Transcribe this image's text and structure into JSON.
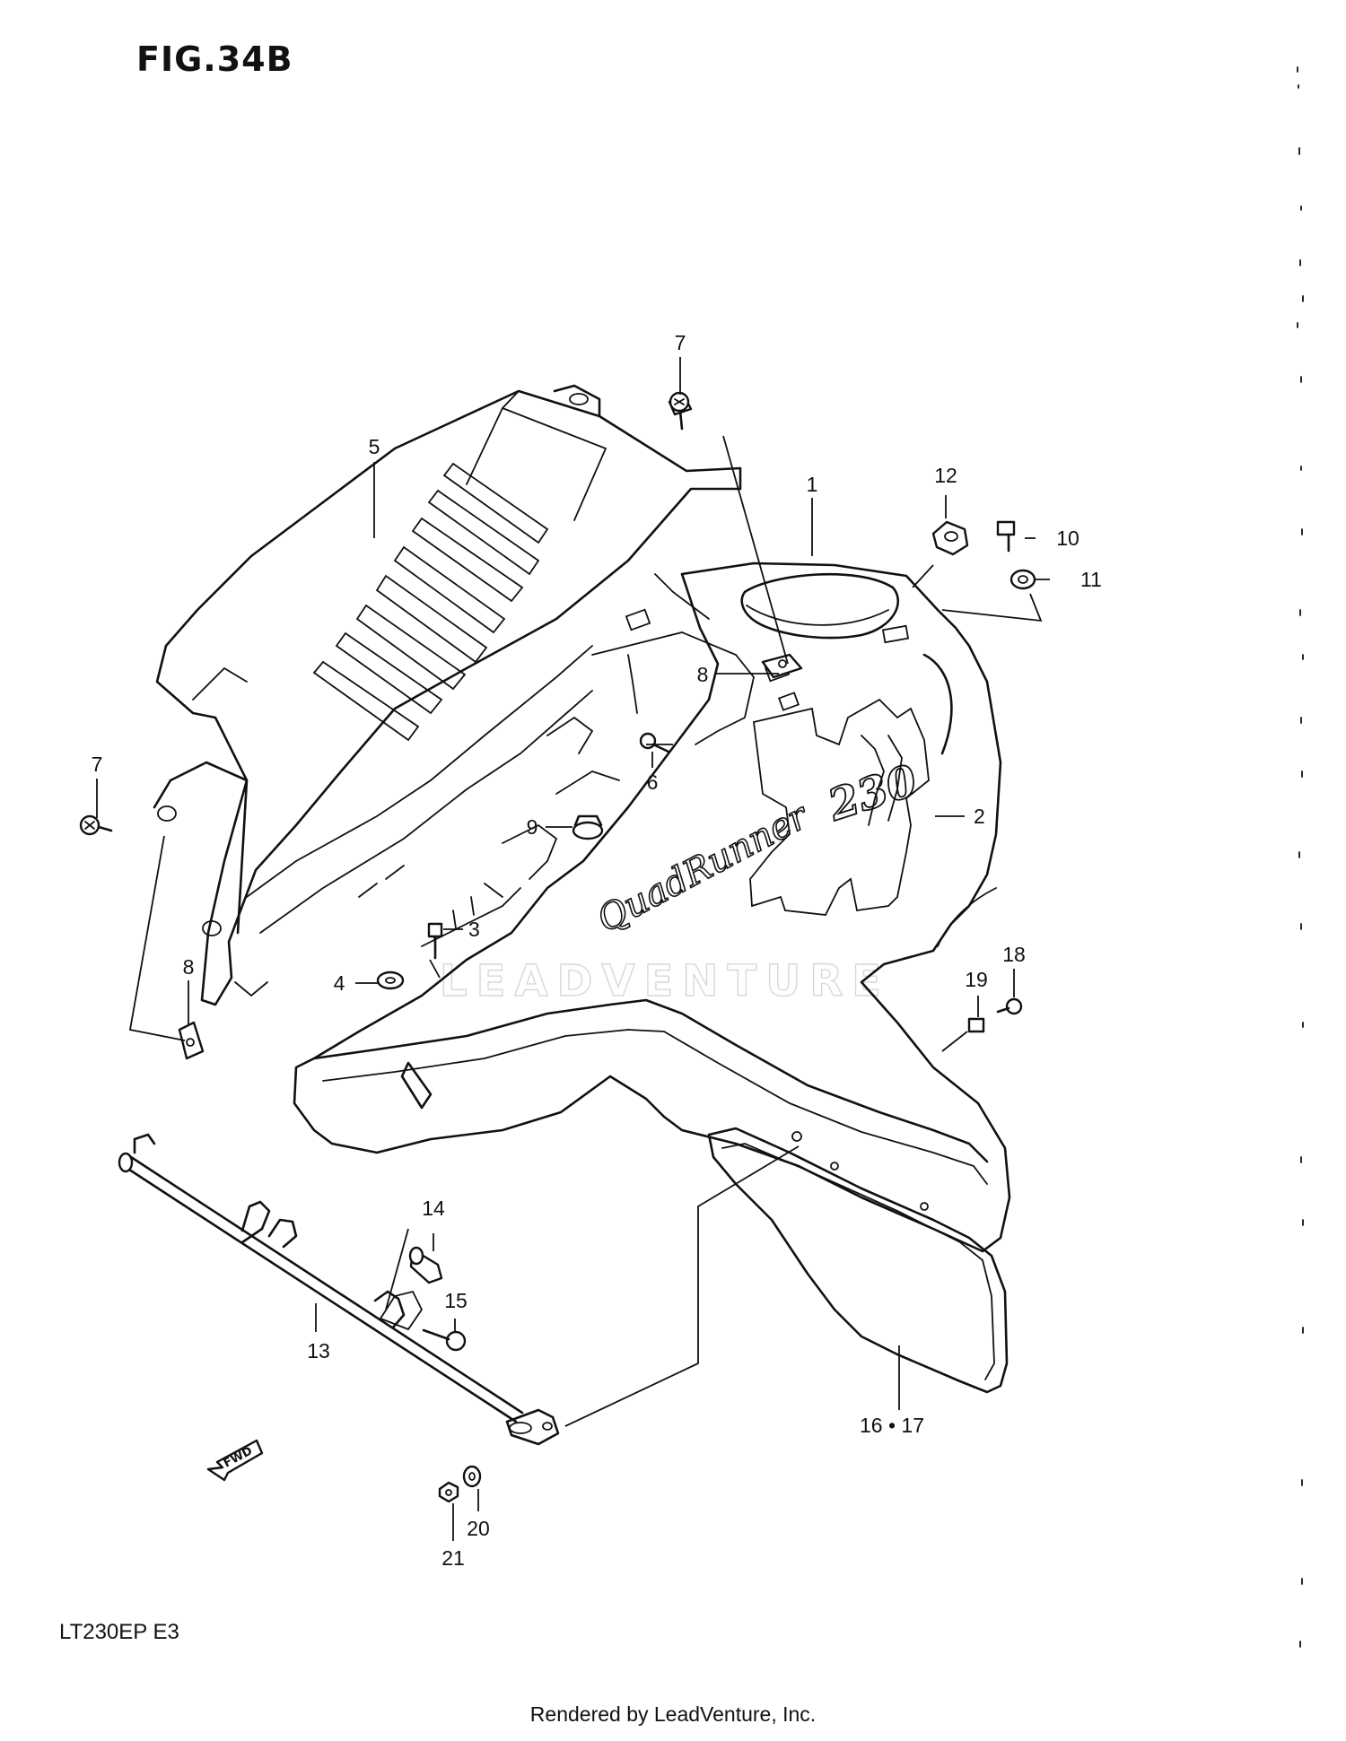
{
  "figure": {
    "title": "FIG.34B",
    "model_code": "LT230EP  E3",
    "footer": "Rendered by LeadVenture, Inc.",
    "watermark": "LEADVENTURE",
    "fender_decal": "QuadRunner",
    "fender_decal_model": "230",
    "direction_arrow": "FWD"
  },
  "callouts": [
    {
      "id": "c1",
      "label": "1"
    },
    {
      "id": "c2",
      "label": "2"
    },
    {
      "id": "c3",
      "label": "3"
    },
    {
      "id": "c4",
      "label": "4"
    },
    {
      "id": "c5",
      "label": "5"
    },
    {
      "id": "c6",
      "label": "6"
    },
    {
      "id": "c7a",
      "label": "7"
    },
    {
      "id": "c7b",
      "label": "7"
    },
    {
      "id": "c8a",
      "label": "8"
    },
    {
      "id": "c8b",
      "label": "8"
    },
    {
      "id": "c9",
      "label": "9"
    },
    {
      "id": "c10",
      "label": "10"
    },
    {
      "id": "c11",
      "label": "11"
    },
    {
      "id": "c12",
      "label": "12"
    },
    {
      "id": "c13",
      "label": "13"
    },
    {
      "id": "c14",
      "label": "14"
    },
    {
      "id": "c15",
      "label": "15"
    },
    {
      "id": "c16_17",
      "label": "16 • 17"
    },
    {
      "id": "c18",
      "label": "18"
    },
    {
      "id": "c19",
      "label": "19"
    },
    {
      "id": "c20",
      "label": "20"
    },
    {
      "id": "c21",
      "label": "21"
    }
  ]
}
